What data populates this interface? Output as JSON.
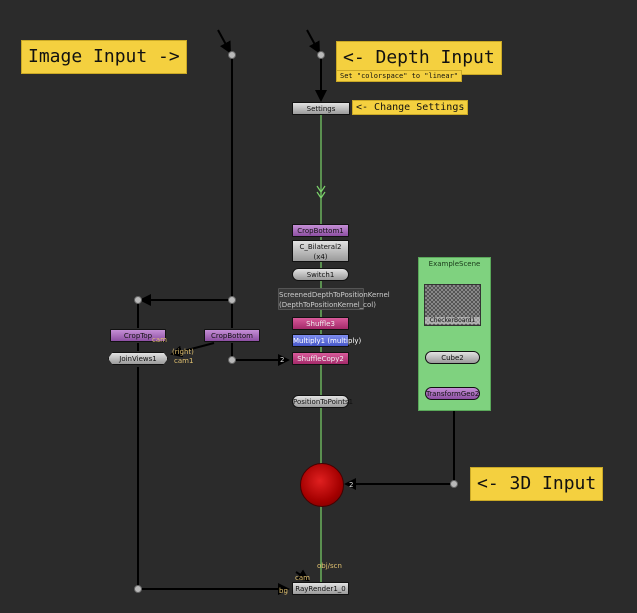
{
  "sticky_notes": {
    "image_input": "Image Input ->",
    "depth_input": "<- Depth Input",
    "colorspace_note": "Set \"colorspace\" to \"linear\"",
    "change_settings": "<- Change Settings",
    "three_d_input": "<- 3D Input"
  },
  "nodes": {
    "settings": "Settings",
    "crop_bottom_1": "CropBottom1",
    "c_bilateral_2": "C_Bilateral2",
    "c_bilateral_2_sub": "(x4)",
    "switch_1": "Switch1",
    "screened_depth": "ScreenedDepthToPositionKernel",
    "screened_depth_sub": "(DepthToPositionKernel_col)",
    "shuffle_3": "Shuffle3",
    "multiply_1": "Multiply1 (multiply)",
    "shuffle_copy_2": "ShuffleCopy2",
    "position_to_points_1": "PositionToPoints1",
    "crop_top": "CropTop",
    "crop_bottom": "CropBottom",
    "join_views_1": "JoinViews1",
    "ray_render": "RayRender1_0",
    "cube_2": "Cube2",
    "transform_geo_2": "TransformGeo2",
    "checker_board_1": "CheckerBoard1",
    "example_scene": "ExampleScene"
  },
  "pipe_labels": {
    "cam_top": "cam",
    "right": "(right)",
    "cam_left": "cam1",
    "input_2_shuffle": "2",
    "input_2_viewer": "2",
    "obj_scn": "obj/scn",
    "cam_bottom": "cam",
    "bg": "bg"
  },
  "colors": {
    "canvas": "#2b2b2b",
    "sticky": "#f4d03f",
    "backdrop": "#7fd27f",
    "viewer": "#c00000"
  }
}
